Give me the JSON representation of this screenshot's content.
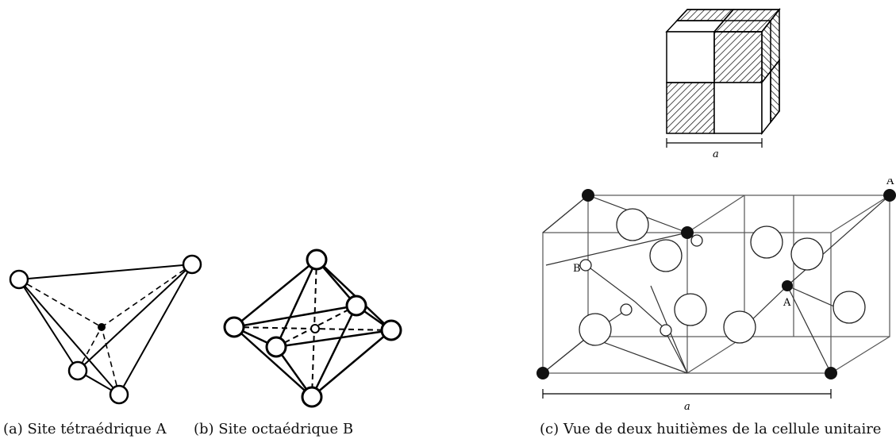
{
  "captions": {
    "a": "(a) Site tétraédrique A",
    "b": "(b) Site octaédrique B",
    "c": "(c) Vue de deux huitièmes de la cellule unitaire"
  },
  "labels": {
    "cube_dim": "a",
    "unit_cell_dim": "a",
    "site_a_left": "A",
    "site_a_corner": "A",
    "site_b": "B"
  }
}
